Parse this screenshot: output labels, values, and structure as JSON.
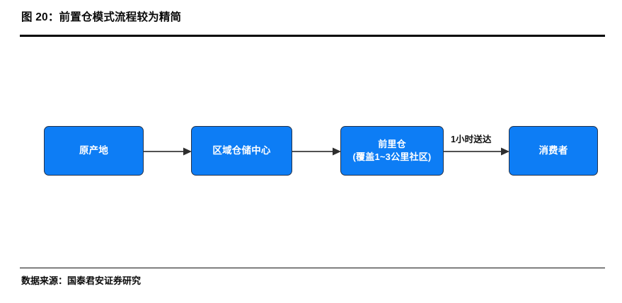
{
  "figure": {
    "title": "图 20：前置仓模式流程较为精简",
    "source": "数据来源：国泰君安证券研究"
  },
  "colors": {
    "node_fill": "#0d7df5",
    "node_border": "#23324a",
    "node_text": "#ffffff",
    "rule": "#000000",
    "connector": "#3a3a3a"
  },
  "chart_data": {
    "type": "diagram",
    "title": "图 20：前置仓模式流程较为精简",
    "orientation": "left-to-right",
    "nodes": [
      {
        "id": "origin",
        "label": "原产地"
      },
      {
        "id": "regional-dc",
        "label": "区域仓储中心"
      },
      {
        "id": "front-warehouse",
        "label": "前里仓\n(覆盖1~3公里社区)"
      },
      {
        "id": "consumer",
        "label": "消费者"
      }
    ],
    "edges": [
      {
        "from": "origin",
        "to": "regional-dc",
        "label": ""
      },
      {
        "from": "regional-dc",
        "to": "front-warehouse",
        "label": ""
      },
      {
        "from": "front-warehouse",
        "to": "consumer",
        "label": "1小时送达"
      }
    ]
  }
}
